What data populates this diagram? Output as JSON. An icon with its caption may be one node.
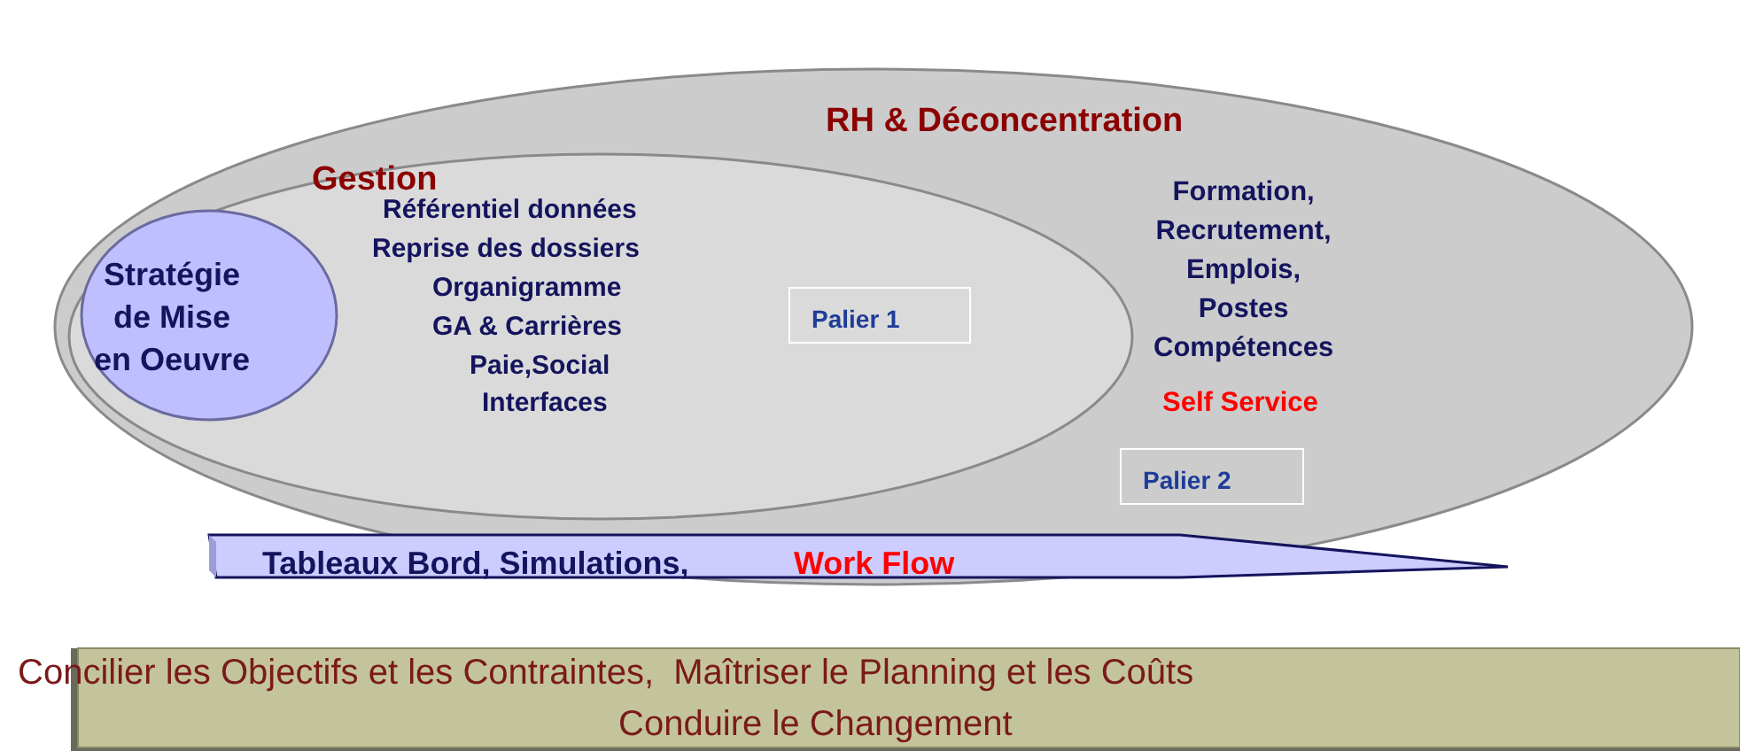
{
  "diagram": {
    "nodes": [
      {
        "text": [
          "RH & Déconcentration",
          "Formation, Recrutement, Emplois, Postes Compétences",
          "Self Service"
        ]
      },
      {
        "text": [
          "Gestion",
          "Référentiel données",
          "Reprise des dossiers",
          "Organigramme",
          "GA & Carrières",
          "Paie,Social",
          "Interfaces"
        ],
        "in": 0
      },
      {
        "text": [
          "Stratégie de Mise en Oeuvre"
        ],
        "in": 1
      },
      {
        "text": [
          "Palier 1"
        ],
        "in": 1
      },
      {
        "text": [
          "Palier 2"
        ],
        "in": 0
      },
      {
        "text": [
          "Tableaux Bord, Simulations,",
          "Work Flow"
        ],
        "in": 0
      },
      {
        "text": [
          "Concilier les Objectifs et les Contraintes,  Maîtriser le Planning et les Coûts",
          "Conduire le Changement"
        ]
      }
    ],
    "edges": []
  }
}
